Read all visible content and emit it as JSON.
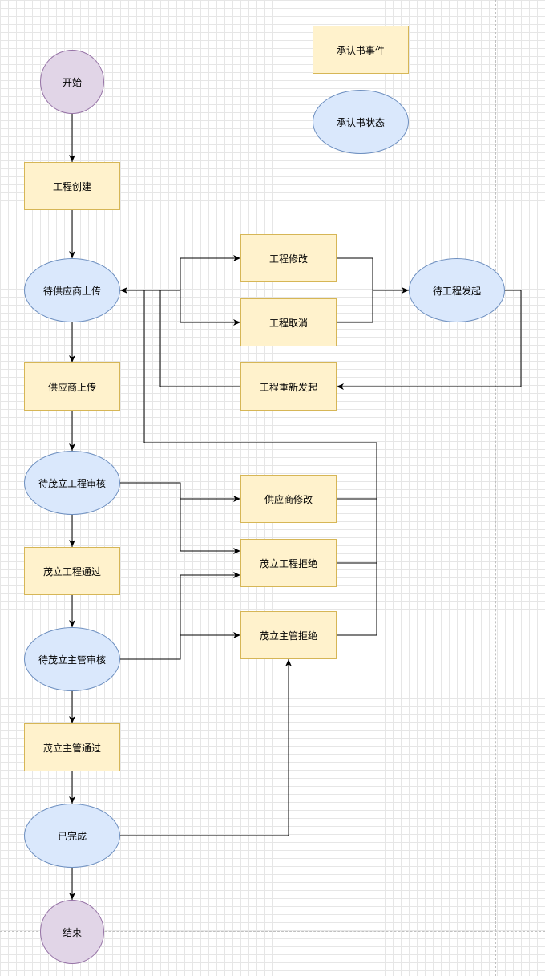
{
  "legend": {
    "event": "承认书事件",
    "state": "承认书状态"
  },
  "nodes": {
    "start": "开始",
    "create_project": "工程创建",
    "wait_supplier_upload": "待供应商上传",
    "supplier_upload": "供应商上传",
    "wait_project_review": "待茂立工程审核",
    "project_approve": "茂立工程通过",
    "wait_manager_review": "待茂立主管审核",
    "manager_approve": "茂立主管通过",
    "completed": "已完成",
    "end": "结束",
    "project_modify": "工程修改",
    "project_cancel": "工程取消",
    "wait_project_initiate": "待工程发起",
    "project_reinitiate": "工程重新发起",
    "supplier_modify": "供应商修改",
    "project_reject": "茂立工程拒绝",
    "manager_reject": "茂立主管拒绝"
  },
  "colors": {
    "event_fill": "#fff2cc",
    "event_stroke": "#d6b656",
    "state_fill": "#dae8fc",
    "state_stroke": "#6c8ebf",
    "terminal_fill": "#e1d5e7",
    "terminal_stroke": "#9673a6"
  }
}
